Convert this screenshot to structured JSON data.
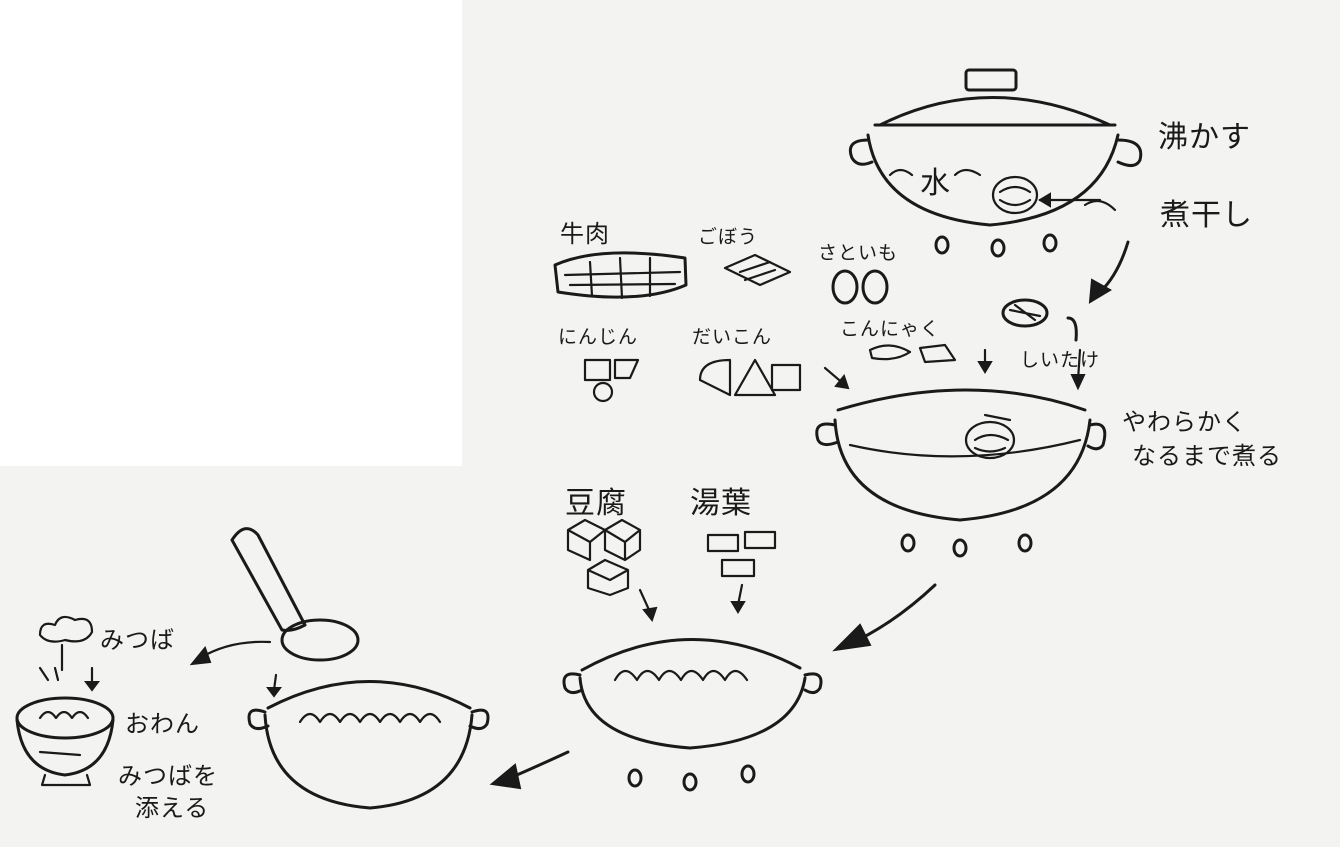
{
  "labels": {
    "boil": "沸かす",
    "dried_sardines": "煮干し",
    "water": "水",
    "beef": "牛肉",
    "burdock": "ごぼう",
    "taro": "さといも",
    "carrot": "にんじん",
    "daikon": "だいこん",
    "konjac": "こんにゃく",
    "shiitake": "しいたけ",
    "simmer_line1": "やわらかく",
    "simmer_line2": "なるまで煮る",
    "tofu": "豆腐",
    "yuba": "湯葉",
    "mitsuba": "みつば",
    "bowl": "おわん",
    "garnish_line1": "みつばを",
    "garnish_line2": "添える"
  }
}
